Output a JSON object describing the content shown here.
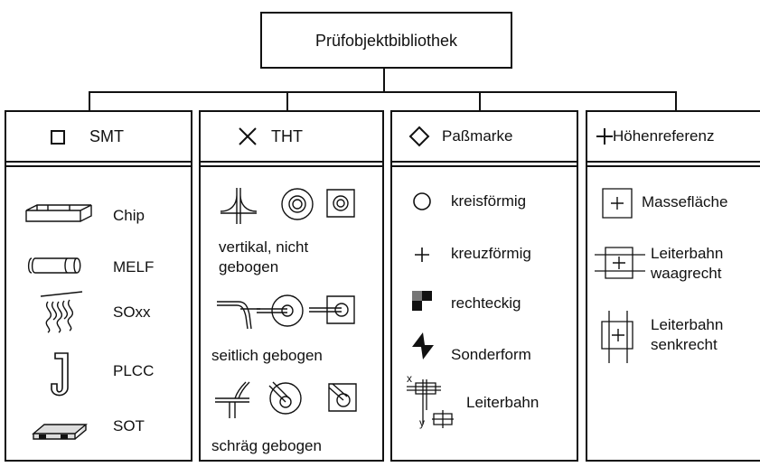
{
  "root": {
    "label": "Prüfobjektbibliothek"
  },
  "columns": [
    {
      "title": "SMT",
      "title_icon": "square-outline-icon",
      "items": [
        {
          "label": "Chip",
          "icon": "chip-component-icon"
        },
        {
          "label": "MELF",
          "icon": "melf-component-icon"
        },
        {
          "label": "SOxx",
          "icon": "soxx-component-icon"
        },
        {
          "label": "PLCC",
          "icon": "plcc-component-icon"
        },
        {
          "label": "SOT",
          "icon": "sot-component-icon"
        }
      ]
    },
    {
      "title": "THT",
      "title_icon": "cross-x-icon",
      "items": [
        {
          "label": "vertikal, nicht",
          "label2": "gebogen",
          "icon": "vertical-lead-icons"
        },
        {
          "label": "seitlich gebogen",
          "icon": "side-bent-lead-icons"
        },
        {
          "label": "schräg gebogen",
          "icon": "oblique-bent-lead-icons"
        }
      ]
    },
    {
      "title": "Paßmarke",
      "title_icon": "diamond-outline-icon",
      "items": [
        {
          "label": "kreisförmig",
          "icon": "circle-icon"
        },
        {
          "label": "kreuzförmig",
          "icon": "plus-cross-icon"
        },
        {
          "label": "rechteckig",
          "icon": "checker-square-icon"
        },
        {
          "label": "Sonderform",
          "icon": "special-shape-icon"
        },
        {
          "label": "Leiterbahn",
          "icon": "trace-xy-icon",
          "axis_x": "x",
          "axis_y": "y"
        }
      ]
    },
    {
      "title": "Höhenreferenz",
      "title_icon": "plus-icon",
      "items": [
        {
          "label": "Massefläche",
          "icon": "boxed-plus-icon"
        },
        {
          "label": "Leiterbahn",
          "label2": "waagrecht",
          "icon": "horizontal-trace-icon"
        },
        {
          "label": "Leiterbahn",
          "label2": "senkrecht",
          "icon": "vertical-trace-icon"
        }
      ]
    }
  ]
}
